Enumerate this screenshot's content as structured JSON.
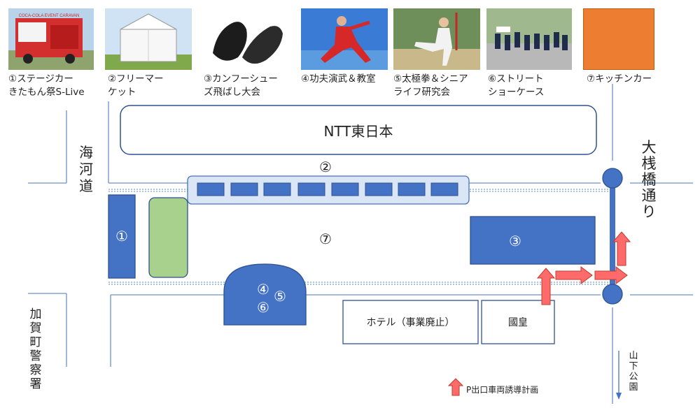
{
  "items": [
    {
      "label_line1": "①ステージカー",
      "label_line2": "きたもん祭S-Live",
      "photo_text": "COCA-COLA EVENT CARAVAN"
    },
    {
      "label_line1": "②フリーマー",
      "label_line2": "ケット"
    },
    {
      "label_line1": "③カンフーシュー",
      "label_line2": "ズ飛ばし大会"
    },
    {
      "label_line1": "④功夫演武＆教室",
      "label_line2": ""
    },
    {
      "label_line1": "⑤太極拳＆シニア",
      "label_line2": "ライフ研究会"
    },
    {
      "label_line1": "⑥ストリート",
      "label_line2": "ショーケース"
    },
    {
      "label_line1": "⑦キッチンカー",
      "label_line2": ""
    }
  ],
  "map": {
    "ntt": "NTT東日本",
    "kaigando": [
      "海",
      "河",
      "道"
    ],
    "kagacho": [
      "加",
      "賀",
      "町",
      "警",
      "察",
      "署"
    ],
    "osanbashi": [
      "大",
      "桟",
      "橋",
      "通",
      "り"
    ],
    "yamashita": [
      "山",
      "下",
      "公",
      "園"
    ],
    "hotel": "ホテル（事業廃止）",
    "kokou": "國皇",
    "zone1": "①",
    "zone2": "②",
    "zone3": "③",
    "zone7": "⑦",
    "zone4": "④",
    "zone5": "⑤",
    "zone6": "⑥",
    "legend": "P出口車両誘導計画"
  },
  "colors": {
    "blue": "#4472c4",
    "green": "#a9d18e",
    "orange": "#ed7d31",
    "arrow": "#ff6b6b",
    "road": "#6d8fc7"
  }
}
